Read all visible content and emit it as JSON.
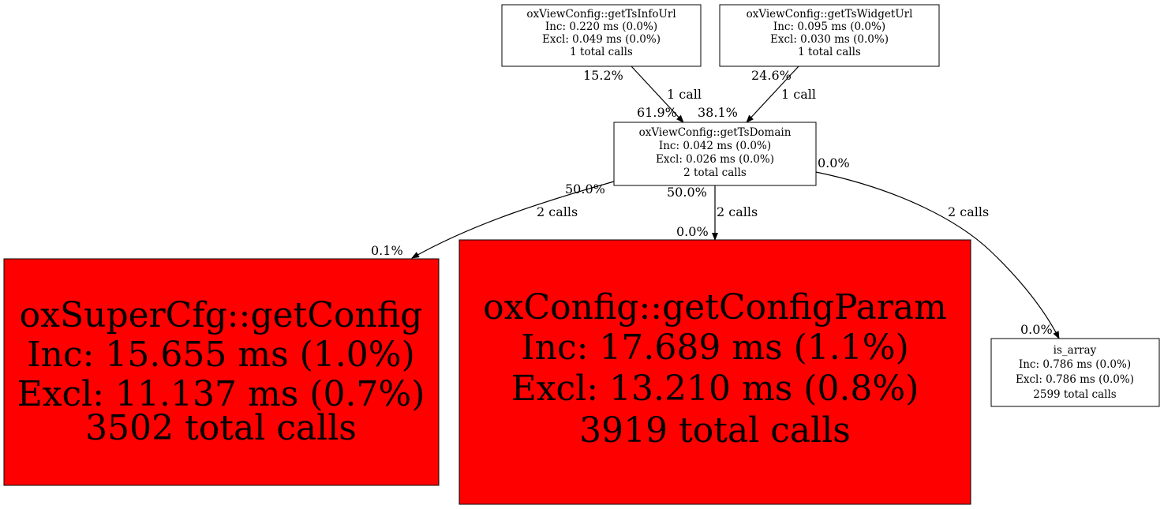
{
  "colors": {
    "hot": "#ff0000",
    "cold": "#ffffff",
    "stroke": "#000000"
  },
  "nodes": {
    "getTsInfoUrl": {
      "name": "oxViewConfig::getTsInfoUrl",
      "inc": "Inc: 0.220 ms (0.0%)",
      "excl": "Excl: 0.049 ms (0.0%)",
      "calls": "1 total calls"
    },
    "getTsWidgetUrl": {
      "name": "oxViewConfig::getTsWidgetUrl",
      "inc": "Inc: 0.095 ms (0.0%)",
      "excl": "Excl: 0.030 ms (0.0%)",
      "calls": "1 total calls"
    },
    "getTsDomain": {
      "name": "oxViewConfig::getTsDomain",
      "inc": "Inc: 0.042 ms (0.0%)",
      "excl": "Excl: 0.026 ms (0.0%)",
      "calls": "2 total calls"
    },
    "getConfig": {
      "name": "oxSuperCfg::getConfig",
      "inc": "Inc: 15.655 ms (1.0%)",
      "excl": "Excl: 11.137 ms (0.7%)",
      "calls": "3502 total calls"
    },
    "getConfigParam": {
      "name": "oxConfig::getConfigParam",
      "inc": "Inc: 17.689 ms (1.1%)",
      "excl": "Excl: 13.210 ms (0.8%)",
      "calls": "3919 total calls"
    },
    "is_array": {
      "name": "is_array",
      "inc": "Inc: 0.786 ms (0.0%)",
      "excl": "Excl: 0.786 ms (0.0%)",
      "calls": "2599 total calls"
    }
  },
  "edges": {
    "info_to_domain": {
      "tail": "15.2%",
      "label": "1 call",
      "head": "61.9%"
    },
    "widget_to_domain": {
      "tail": "24.6%",
      "label": "1 call",
      "head": "38.1%"
    },
    "domain_to_getConfig": {
      "tail": "50.0%",
      "label": "2 calls",
      "head": "0.1%"
    },
    "domain_to_getConfigParam": {
      "tail": "50.0%",
      "label": "2 calls",
      "head": "0.0%"
    },
    "domain_to_is_array": {
      "tail": "0.0%",
      "label": "2 calls",
      "head": "0.0%"
    }
  }
}
